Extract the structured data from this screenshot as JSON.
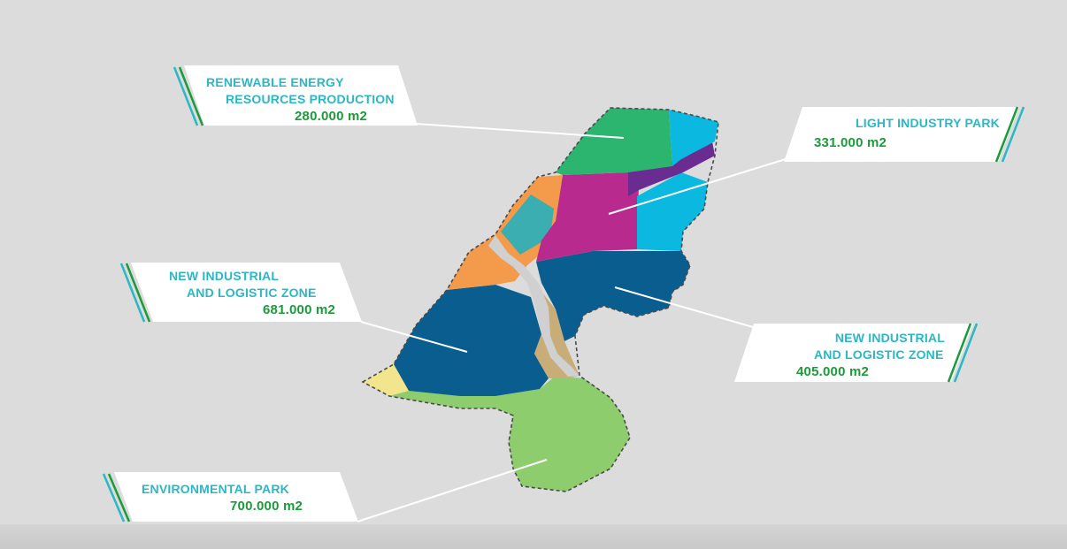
{
  "colors": {
    "background": "#dcdcdc",
    "renewable": "#2cb56f",
    "light_industry": "#b92a8f",
    "industrial": "#0a5d8f",
    "environmental": "#8ecd6e",
    "orange": "#f39a4b",
    "teal": "#3aaeb0",
    "cyan": "#0ab8e0",
    "purple": "#6a2c91",
    "title_text": "#2bb7c5",
    "area_text": "#1b9b3a"
  },
  "labels": {
    "renewable": {
      "lines": [
        "RENEWABLE ENERGY",
        "RESOURCES PRODUCTION"
      ],
      "area": "280.000 m2"
    },
    "light_industry": {
      "lines": [
        "LIGHT INDUSTRY PARK"
      ],
      "area": "331.000 m2"
    },
    "industrial_west": {
      "lines": [
        "NEW INDUSTRIAL",
        "AND LOGISTIC ZONE"
      ],
      "area": "681.000 m2"
    },
    "industrial_east": {
      "lines": [
        "NEW INDUSTRIAL",
        "AND LOGISTIC ZONE"
      ],
      "area": "405.000 m2"
    },
    "environmental": {
      "lines": [
        "ENVIRONMENTAL PARK"
      ],
      "area": "700.000 m2"
    }
  }
}
